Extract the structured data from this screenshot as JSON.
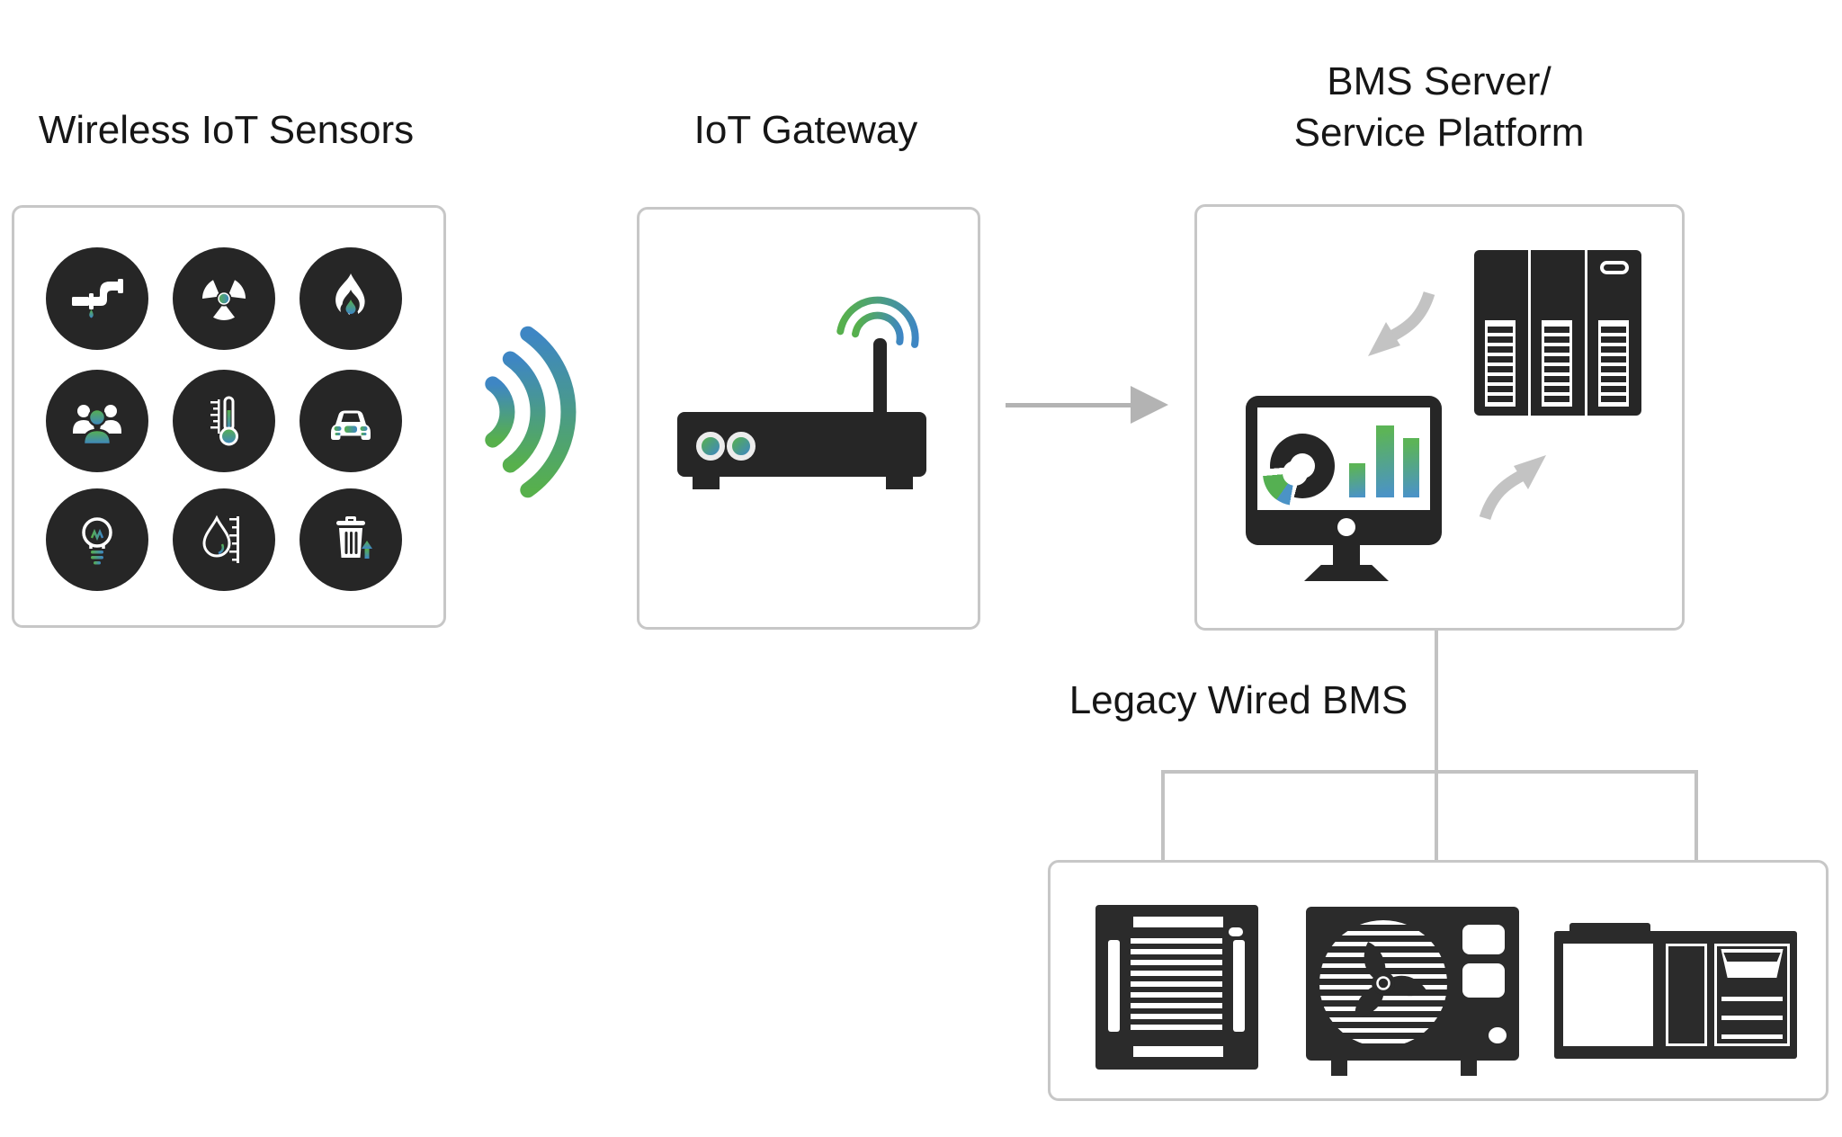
{
  "diagram": {
    "type": "iot-building-management-architecture",
    "colors": {
      "dark": "#262626",
      "equipment_dark": "#2b2b2b",
      "green": "#57b04c",
      "blue": "#3e86c4",
      "box_border": "#c7c7c7",
      "connector_gray": "#c2c2c2",
      "arrow_gray": "#b3b3b3",
      "text": "#161616"
    },
    "sensors": {
      "title": "Wireless IoT Sensors",
      "icons": [
        "water-leak-sensor",
        "radiation-sensor",
        "fire-sensor",
        "occupancy-sensor",
        "temperature-sensor",
        "vehicle-sensor",
        "lighting-sensor",
        "water-level-sensor",
        "waste-sensor"
      ]
    },
    "wireless_link": {
      "icon": "wireless-signal-arcs",
      "direction": "sensors-to-gateway"
    },
    "gateway": {
      "title": "IoT Gateway",
      "icon": "router-with-antenna"
    },
    "bms": {
      "title_line1": "BMS Server/",
      "title_line2": "Service Platform",
      "icons": [
        "dashboard-monitor",
        "server-rack",
        "sync-arrows"
      ]
    },
    "legacy": {
      "label": "Legacy Wired BMS",
      "equipment": [
        "ceiling-cassette-ac",
        "outdoor-condenser-unit",
        "air-handling-unit"
      ]
    },
    "connections": [
      "gateway-to-bms-arrow",
      "bms-to-equipment-trunk",
      "equipment-branch-left",
      "equipment-branch-right"
    ]
  }
}
